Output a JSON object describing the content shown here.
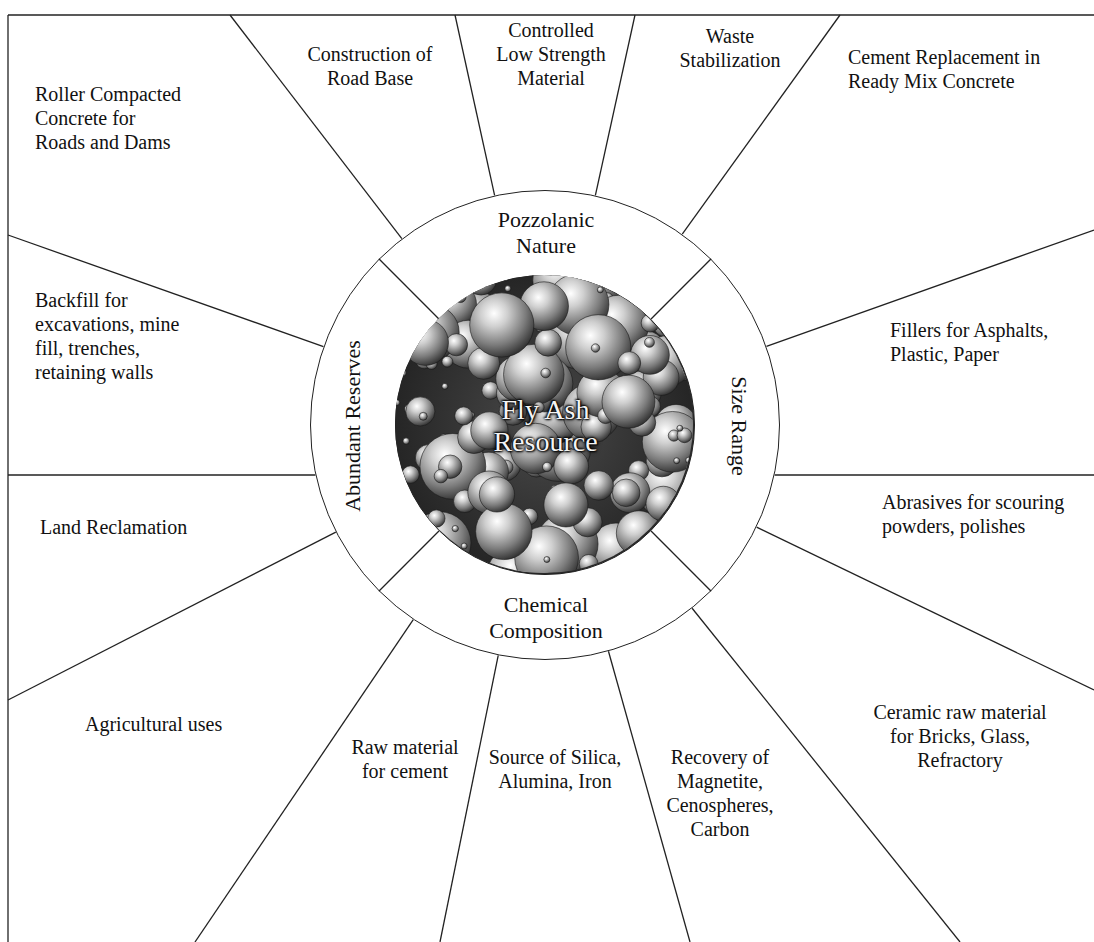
{
  "diagram": {
    "nodes": [
      {
        "text": [
          "Pozzolanic Nature",
          "Size Range",
          "Chemical Composition",
          "Abundant Reserves"
        ]
      },
      {
        "text": [
          "Fly Ash Resource"
        ],
        "in": 0
      }
    ],
    "labels": [
      "Roller Compacted Concrete for Roads and Dams",
      "Construction of Road Base",
      "Controlled Low Strength Material",
      "Waste Stabilization",
      "Cement Replacement in Ready Mix Concrete",
      "Fillers for Asphalts, Plastic, Paper",
      "Abrasives for scouring powders, polishes",
      "Ceramic raw material for Bricks, Glass, Refractory",
      "Recovery of Magnetite, Cenospheres, Carbon",
      "Source of Silica, Alumina, Iron",
      "Raw material for cement",
      "Agricultural uses",
      "Land Reclamation",
      "Backfill for excavations, mine fill, trenches, retaining walls"
    ]
  }
}
